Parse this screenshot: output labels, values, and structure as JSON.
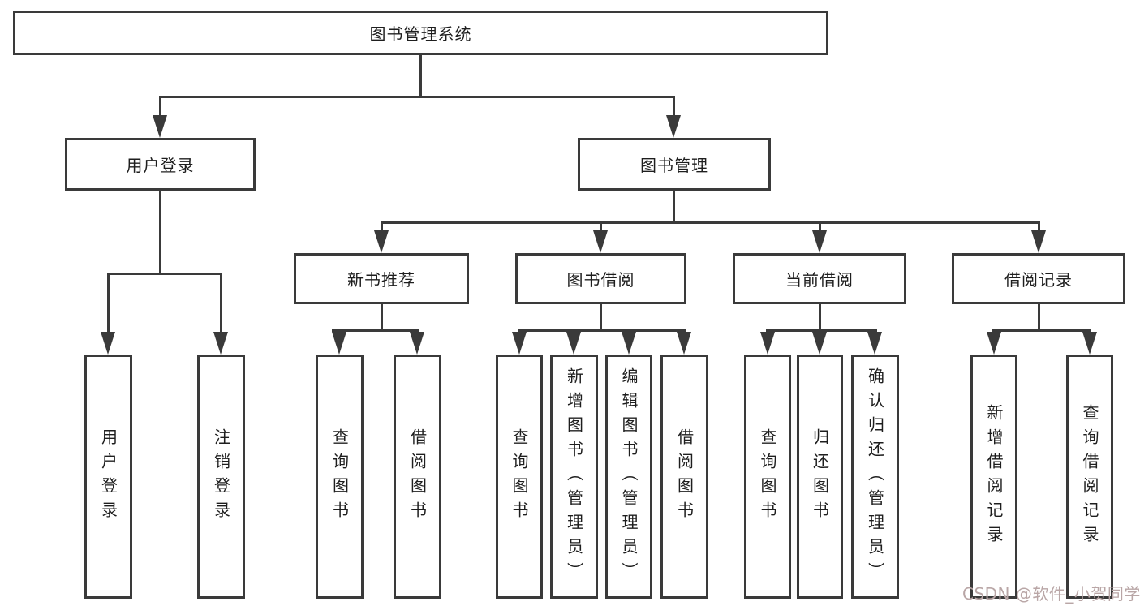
{
  "nodes": {
    "root": "图书管理系统",
    "user_login": "用户登录",
    "book_mgmt": "图书管理",
    "new_book_rec": "新书推荐",
    "book_borrow": "图书借阅",
    "current_borrow": "当前借阅",
    "borrow_record": "借阅记录",
    "ul_login": "用户登录",
    "ul_logout": "注销登录",
    "nb_query": "查询图书",
    "nb_borrow": "借阅图书",
    "bb_query": "查询图书",
    "bb_add": "新增图书（管理员）",
    "bb_edit": "编辑图书（管理员）",
    "bb_borrow": "借阅图书",
    "cb_query": "查询图书",
    "cb_return": "归还图书",
    "cb_confirm": "确认归还（管理员）",
    "br_add": "新增借阅记录",
    "br_query": "查询借阅记录"
  },
  "watermark": {
    "text": "CSDN @软件_小贺同学"
  },
  "colors": {
    "line": "#3a3a3a",
    "text": "#1e1e1e",
    "background": "#ffffff",
    "watermark": "#b9a6a6"
  }
}
